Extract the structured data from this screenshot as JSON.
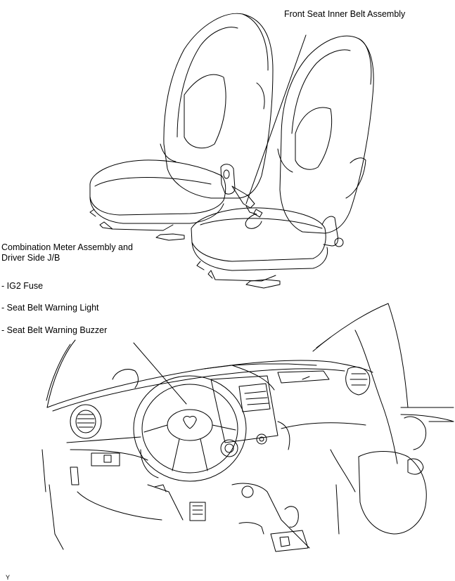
{
  "labels": {
    "front_seat_inner_belt": "Front Seat Inner Belt Assembly",
    "combination_meter_line1": "Combination Meter Assembly and",
    "combination_meter_line2": "Driver Side J/B",
    "ig2_fuse": "- IG2 Fuse",
    "seat_belt_warning_light": "- Seat Belt Warning Light",
    "seat_belt_warning_buzzer": "- Seat Belt Warning Buzzer"
  },
  "figure_code": "Y",
  "colors": {
    "ink": "#000000",
    "paper": "#ffffff"
  }
}
